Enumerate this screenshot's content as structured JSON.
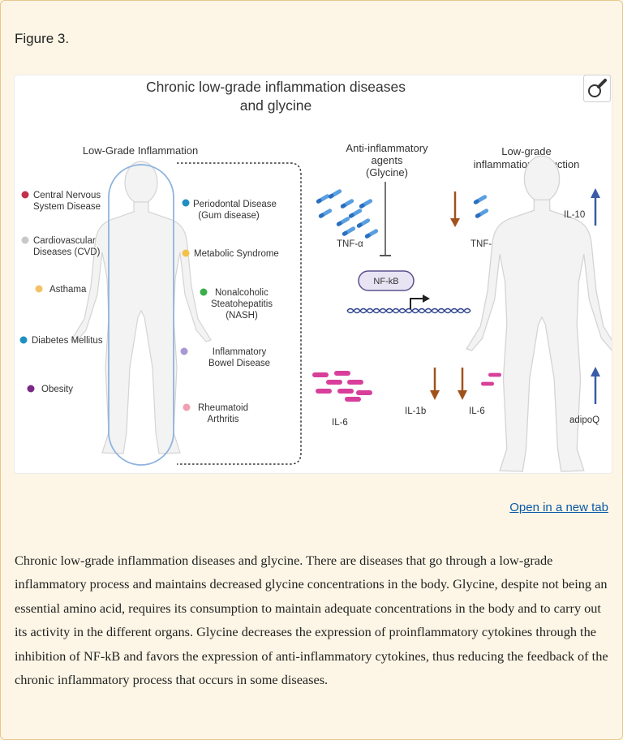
{
  "figure_label": "Figure 3.",
  "figure": {
    "title_line1": "Chronic low-grade inflammation diseases",
    "title_line2": "and glycine",
    "left_section_title": "Low-Grade Inflammation",
    "diseases_left": [
      {
        "line1": "Central Nervous",
        "line2": "System Disease",
        "color": "#c0304a"
      },
      {
        "line1": "Cardiovascular",
        "line2": "Diseases (CVD)",
        "color": "#c8c8c8"
      },
      {
        "line1": "Asthama",
        "line2": "",
        "color": "#f2c267"
      },
      {
        "line1": "Diabetes Mellitus",
        "line2": "",
        "color": "#1f8fc2"
      },
      {
        "line1": "Obesity",
        "line2": "",
        "color": "#7a2a86"
      }
    ],
    "diseases_right": [
      {
        "line1": "Periodontal Disease",
        "line2": "(Gum disease)",
        "line3": "",
        "color": "#1f8fc2"
      },
      {
        "line1": "Metabolic Syndrome",
        "line2": "",
        "line3": "",
        "color": "#f2c24a"
      },
      {
        "line1": "Nonalcoholic",
        "line2": "Steatohepatitis",
        "line3": "(NASH)",
        "color": "#3cae4a"
      },
      {
        "line1": "Inflammatory",
        "line2": "Bowel Disease",
        "line3": "",
        "color": "#a898d4"
      },
      {
        "line1": "Rheumatoid",
        "line2": "Arthritis",
        "line3": "",
        "color": "#f0a0b0"
      }
    ],
    "anti_inflammatory_line1": "Anti-inflammatory",
    "anti_inflammatory_line2": "agents",
    "anti_inflammatory_line3": "(Glycine)",
    "reduction_line1": "Low-grade",
    "reduction_line2": "inflammation reduction",
    "tnf_left": "TNF-α",
    "tnf_right": "TNF-α",
    "nfkb": "NF-kB",
    "il6_left": "IL-6",
    "il1b": "IL-1b",
    "il6_right": "IL-6",
    "il10": "IL-10",
    "adipoq": "adipoQ",
    "colors": {
      "down_arrow": "#a0521d",
      "up_arrow": "#3b5ba8",
      "cytokine_blue": "#5a9fe0",
      "cytokine_pink": "#d83f9a",
      "body_outline": "#8fb4de"
    }
  },
  "zoom_icon": "magnifier-icon",
  "open_link": "Open in a new tab",
  "caption": "Chronic low-grade inflammation diseases and glycine. There are diseases that go through a low-grade inflammatory process and maintains decreased glycine concentrations in the body. Glycine, despite not being an essential amino acid, requires its consumption to maintain adequate concentrations in the body and to carry out its activity in the different organs. Glycine decreases the expression of proinflammatory cytokines through the inhibition of NF-kB and favors the expression of anti-inflammatory cytokines, thus reducing the feedback of the chronic inflammatory process that occurs in some diseases."
}
